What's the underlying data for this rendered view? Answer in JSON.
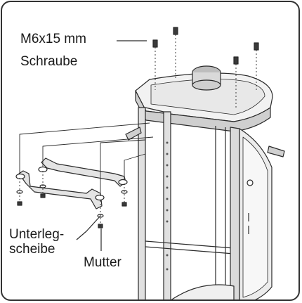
{
  "labels": {
    "screw": "M6x15 mm",
    "screw_line2": "Schraube",
    "washer_line1": "Unterleg-",
    "washer_line2": "scheibe",
    "nut": "Mutter"
  },
  "colors": {
    "frame": "#333333",
    "line": "#2a2a2a",
    "metal_light": "#e6e6e6",
    "metal_dark": "#9a9a9a"
  }
}
